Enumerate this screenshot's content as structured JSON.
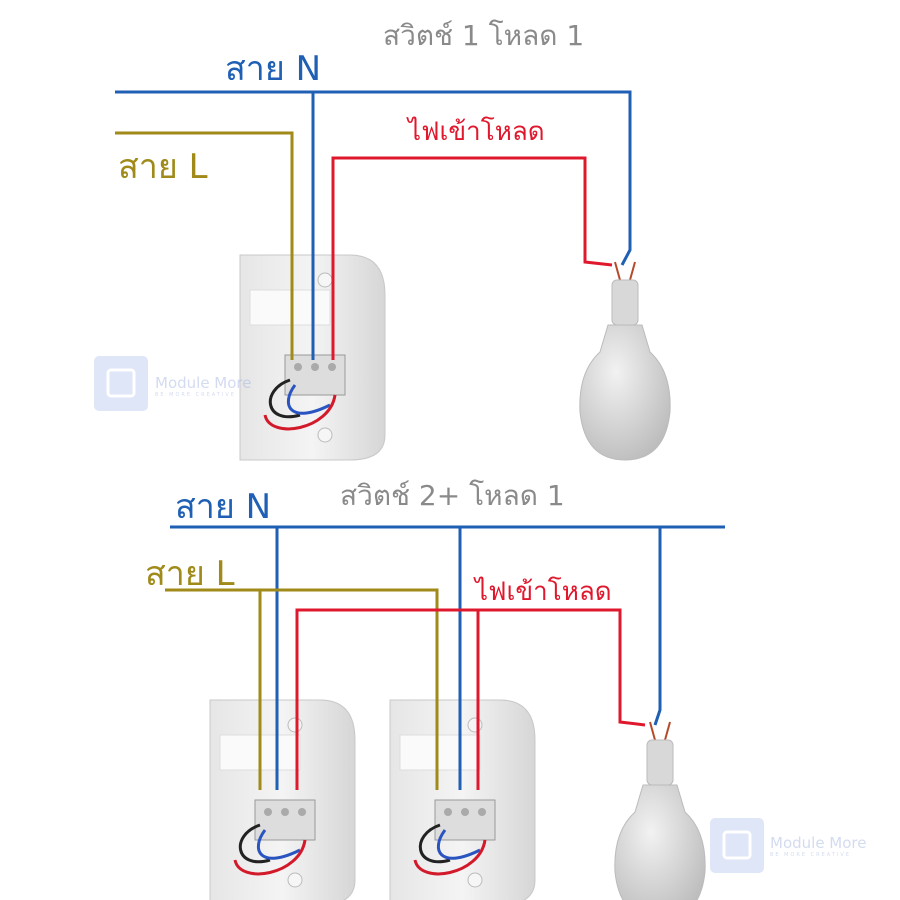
{
  "colors": {
    "neutral": "#1f5fb4",
    "live": "#a08a1a",
    "load": "#e0182d",
    "title": "#8a8a8a"
  },
  "top_diagram": {
    "title": "สวิตช์ 1 โหลด 1",
    "neutral_label": "สาย N",
    "live_label": "สาย L",
    "load_label": "ไฟเข้าโหลด"
  },
  "bottom_diagram": {
    "title": "สวิตช์ 2+ โหลด 1",
    "neutral_label": "สาย N",
    "live_label": "สาย L",
    "load_label": "ไฟเข้าโหลด"
  },
  "watermark": {
    "brand": "Module More",
    "tagline": "BE MORE CREATIVE"
  }
}
